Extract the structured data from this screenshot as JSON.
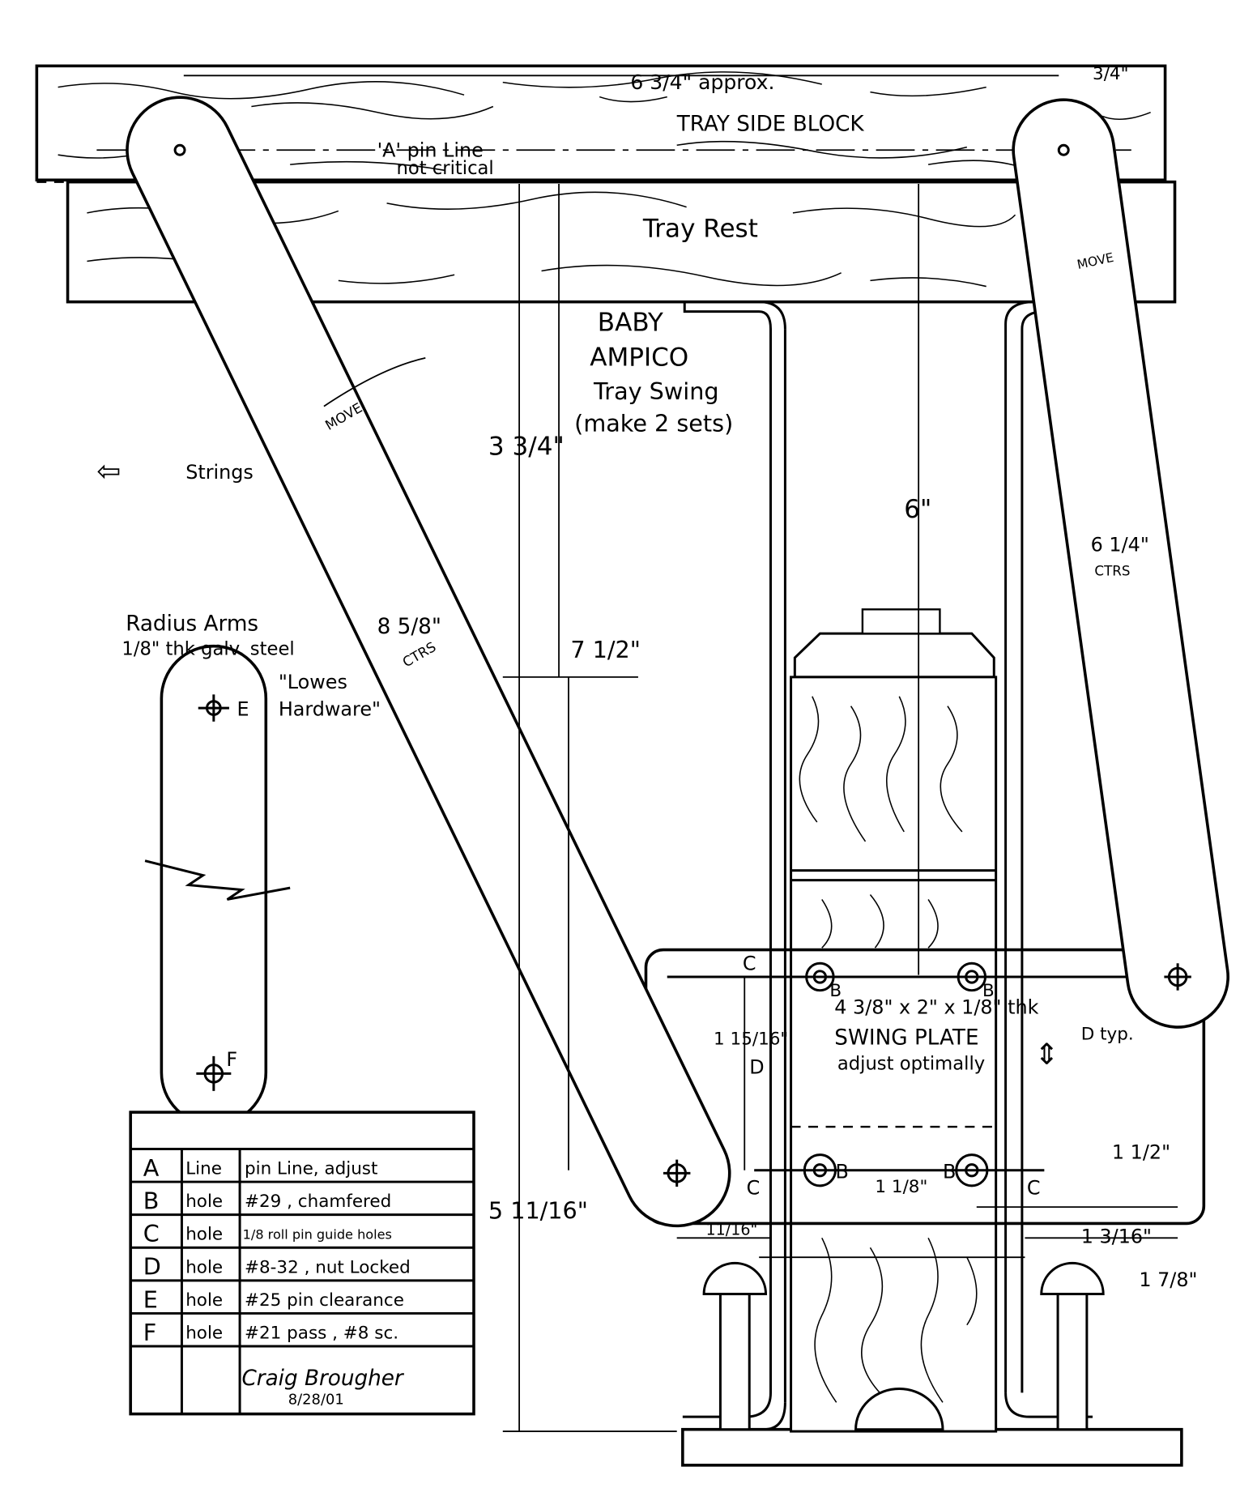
{
  "title": {
    "line1": "BABY",
    "line2": "AMPICO",
    "line3": "Tray Swing",
    "line4": "(make 2 sets)"
  },
  "parts": {
    "tray_side_block": "TRAY SIDE BLOCK",
    "tray_rest": "Tray Rest",
    "swing_plate_dims": "4 3/8\" x 2\" x 1/8\" thk",
    "swing_plate": "SWING PLATE",
    "swing_plate_note": "adjust optimally",
    "radius_arms": "Radius Arms",
    "radius_arms_material": "1/8\" thk galv. steel",
    "radius_arms_source1": "\"Lowes",
    "radius_arms_source2": "Hardware\""
  },
  "notes": {
    "pin_line": "'A' pin Line",
    "not_critical": "not critical",
    "strings": "Strings",
    "move_left": "MOVE",
    "move_right": "MOVE",
    "d_typ": "D typ.",
    "d": "D"
  },
  "dimensions": {
    "top_width": "6 3/4\" approx.",
    "top_right": "3/4\"",
    "h_3_3_4": "3 3/4\"",
    "h_7_1_2": "7 1/2\"",
    "h_6": "6\"",
    "h_5_11_16": "5 11/16\"",
    "left_arm_ctrs": "8 5/8\"",
    "right_arm_ctrs": "6 1/4\"",
    "ctrs": "CTRS",
    "plate_1_15_16": "1 15/16\"",
    "plate_1_1_8": "1 1/8\"",
    "plate_1_1_2": "1 1/2\"",
    "plate_11_16": "11/16\"",
    "plate_1_3_16": "1 3/16\"",
    "plate_1_7_8": "1 7/8\""
  },
  "hole_labels": {
    "a": "A",
    "b": "B",
    "c": "C",
    "d": "D",
    "e": "E",
    "f": "F"
  },
  "legend": {
    "rows": [
      {
        "key": "A",
        "type": "Line",
        "desc": "pin Line, adjust"
      },
      {
        "key": "B",
        "type": "hole",
        "desc": "#29 , chamfered"
      },
      {
        "key": "C",
        "type": "hole",
        "desc": "1/8 roll pin guide holes"
      },
      {
        "key": "D",
        "type": "hole",
        "desc": "#8-32 , nut Locked"
      },
      {
        "key": "E",
        "type": "hole",
        "desc": "#25 pin clearance"
      },
      {
        "key": "F",
        "type": "hole",
        "desc": "#21 pass , #8 sc."
      }
    ],
    "signature": "Craig Brougher",
    "date": "8/28/01"
  }
}
